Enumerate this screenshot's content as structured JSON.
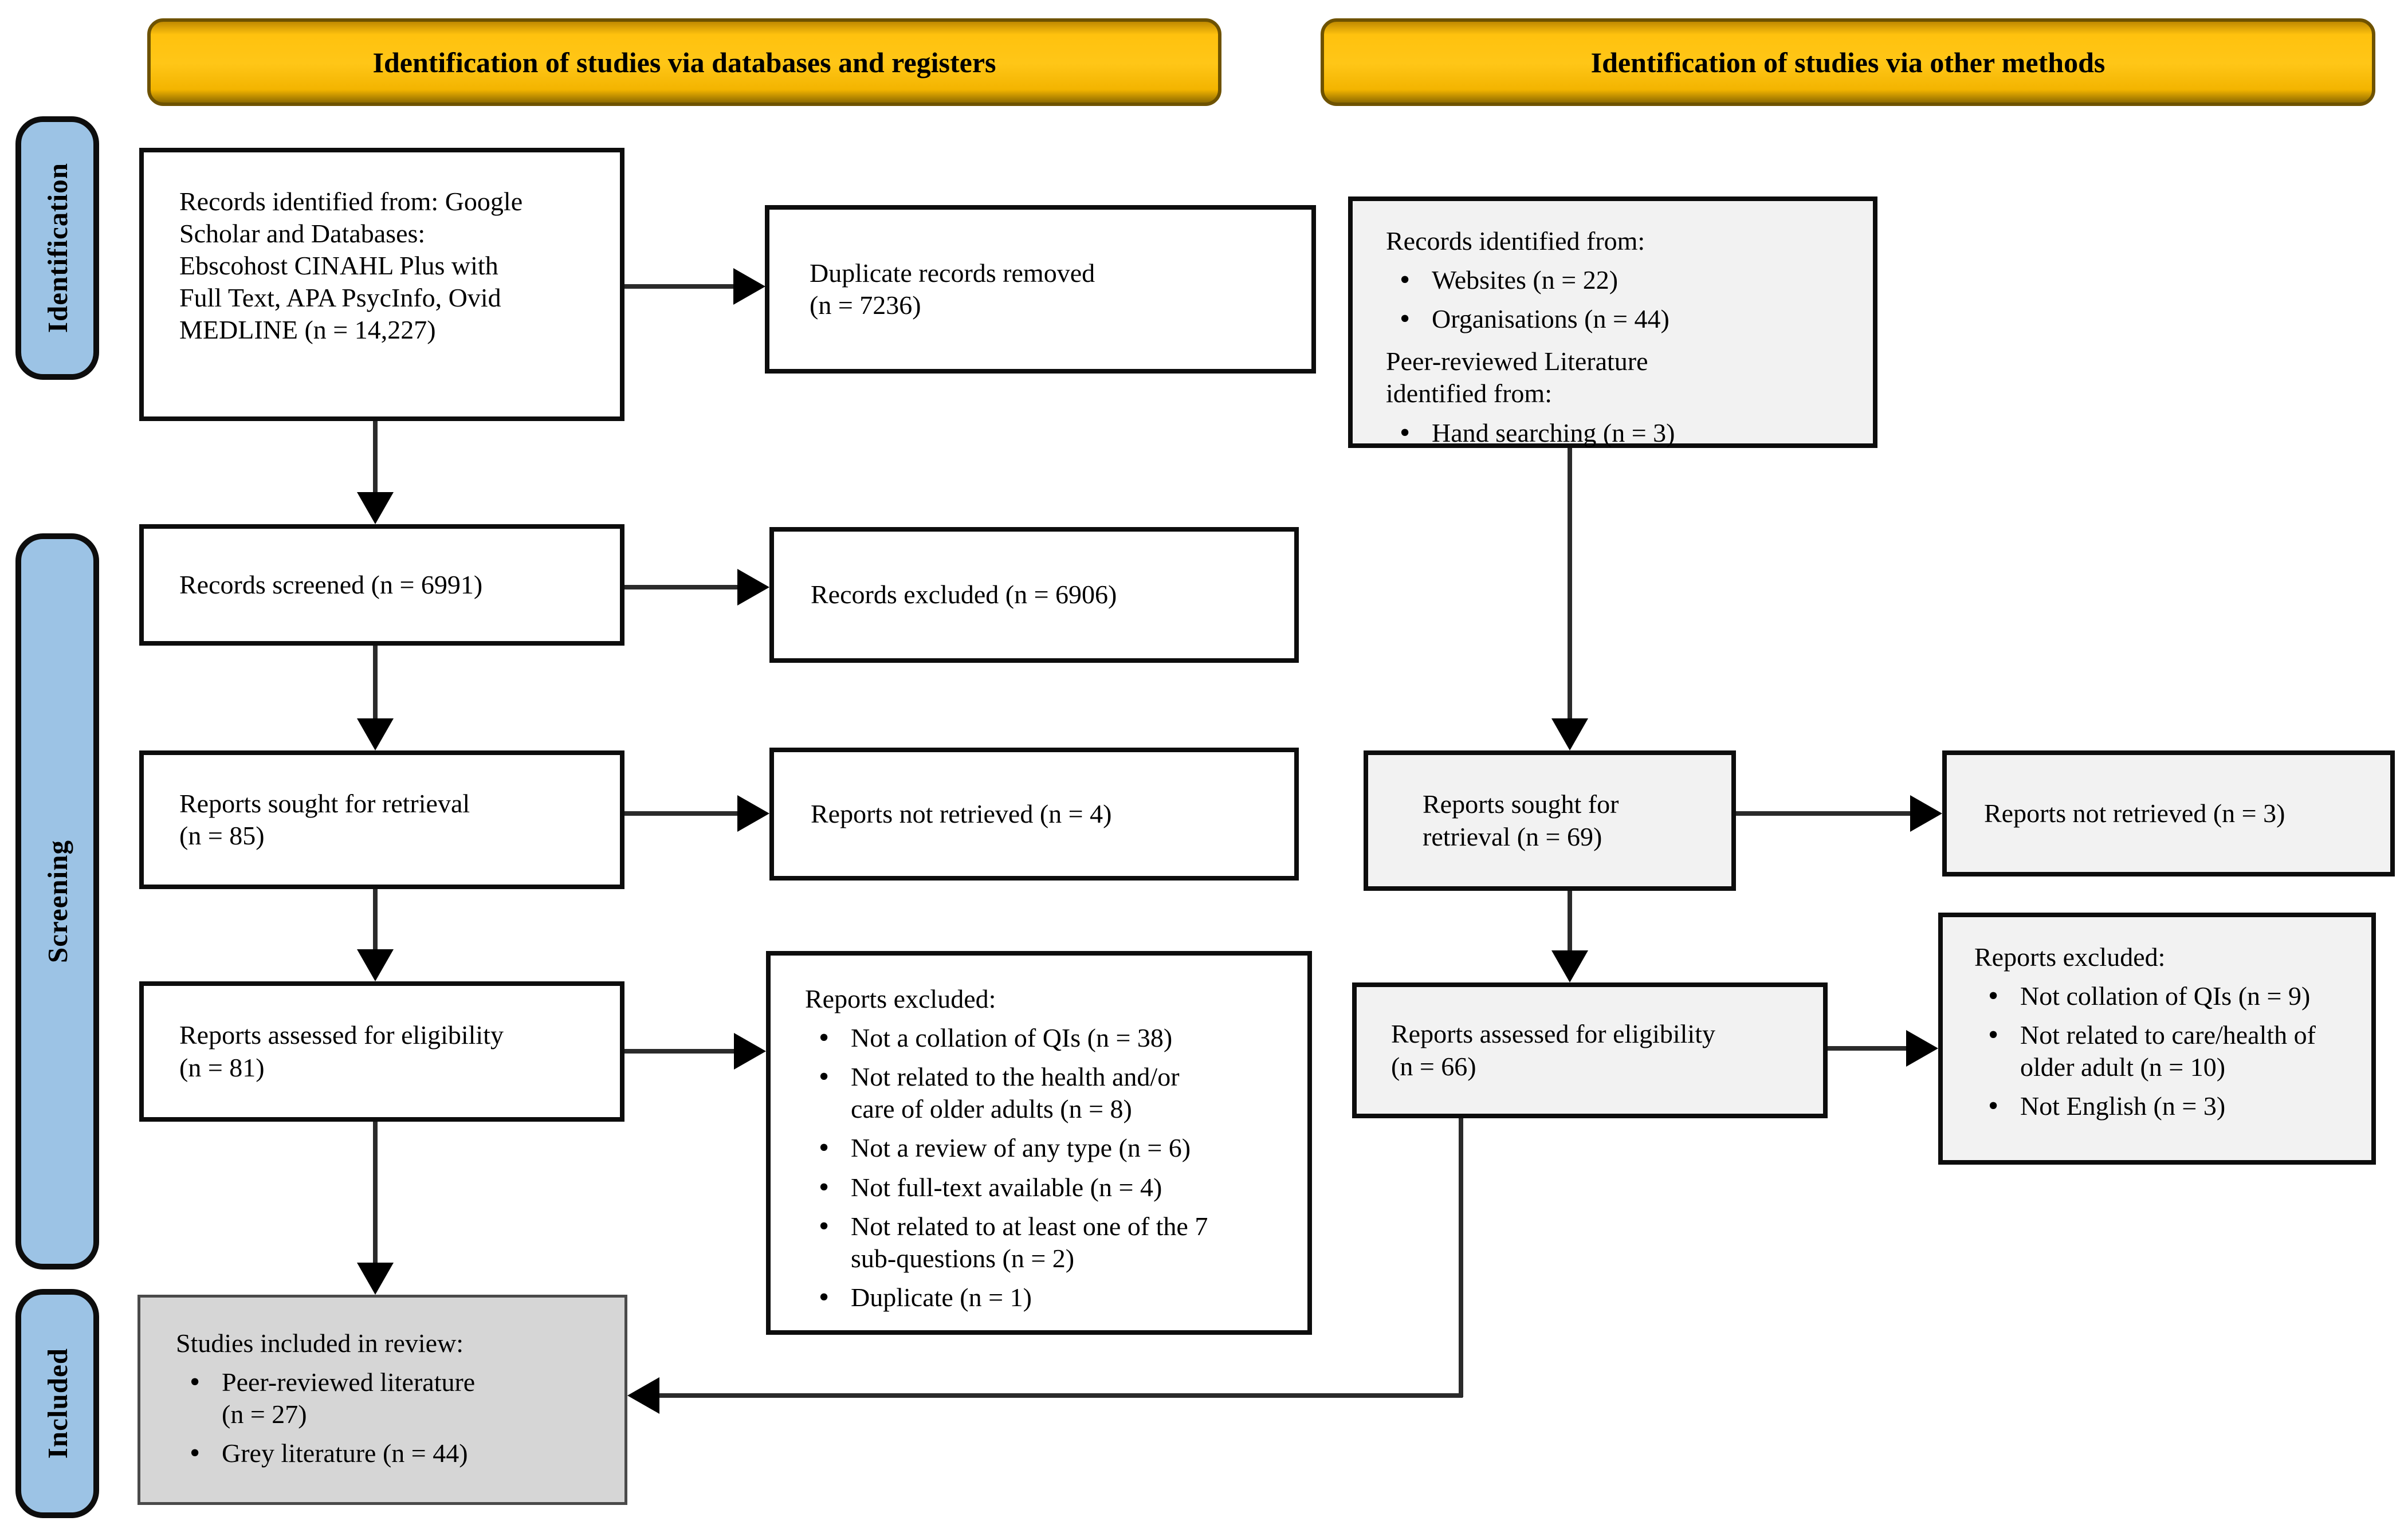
{
  "colors": {
    "banner_orange": "#FFC000",
    "stage_blue": "#9CC3E5",
    "box_light_gray": "#F2F2F2",
    "included_gray": "#D6D6D6",
    "line_black": "#0d0d0d"
  },
  "banners": {
    "databases": "Identification of studies via databases and registers",
    "other": "Identification of studies via other methods"
  },
  "stages": {
    "identification": "Identification",
    "screening": "Screening",
    "included": "Included"
  },
  "boxes": {
    "records_identified_databases": {
      "text": "Records identified from: Google\nScholar and Databases:\nEbscohost CINAHL Plus with\nFull Text, APA PsycInfo, Ovid\nMEDLINE (n = 14,227)"
    },
    "duplicate_records_removed": {
      "text": "Duplicate records removed\n(n = 7236)"
    },
    "records_identified_other": {
      "title": "Records identified from:",
      "bullets": [
        "Websites (n = 22)",
        "Organisations (n = 44)"
      ],
      "subtitle": "Peer-reviewed Literature\nidentified from:",
      "bullets2": [
        "Hand searching (n = 3)"
      ]
    },
    "records_screened": {
      "text": "Records screened (n = 6991)"
    },
    "records_excluded": {
      "text": "Records excluded (n = 6906)"
    },
    "reports_sought_databases": {
      "text": "Reports sought for retrieval\n(n = 85)"
    },
    "reports_not_retrieved_databases": {
      "text": "Reports not retrieved (n = 4)"
    },
    "reports_sought_other": {
      "text": "Reports sought for\nretrieval (n = 69)"
    },
    "reports_not_retrieved_other": {
      "text": "Reports not retrieved (n = 3)"
    },
    "reports_assessed_databases": {
      "text": "Reports assessed for eligibility\n(n = 81)"
    },
    "reports_excluded_databases": {
      "title": "Reports excluded:",
      "bullets": [
        "Not a collation of QIs (n = 38)",
        "Not related to the health and/or\ncare of older adults (n = 8)",
        "Not a review of any type (n = 6)",
        "Not full-text available (n = 4)",
        "Not related to at least one of the 7\nsub-questions (n = 2)",
        "Duplicate (n = 1)"
      ]
    },
    "reports_assessed_other": {
      "text": "Reports assessed for eligibility\n(n = 66)"
    },
    "reports_excluded_other": {
      "title": "Reports excluded:",
      "bullets": [
        "Not collation of QIs (n = 9)",
        "Not related to care/health of\nolder adult (n = 10)",
        "Not English (n = 3)"
      ]
    },
    "studies_included": {
      "title": "Studies included in review:",
      "bullets": [
        "Peer-reviewed literature\n(n = 27)",
        "Grey literature (n = 44)"
      ]
    }
  }
}
